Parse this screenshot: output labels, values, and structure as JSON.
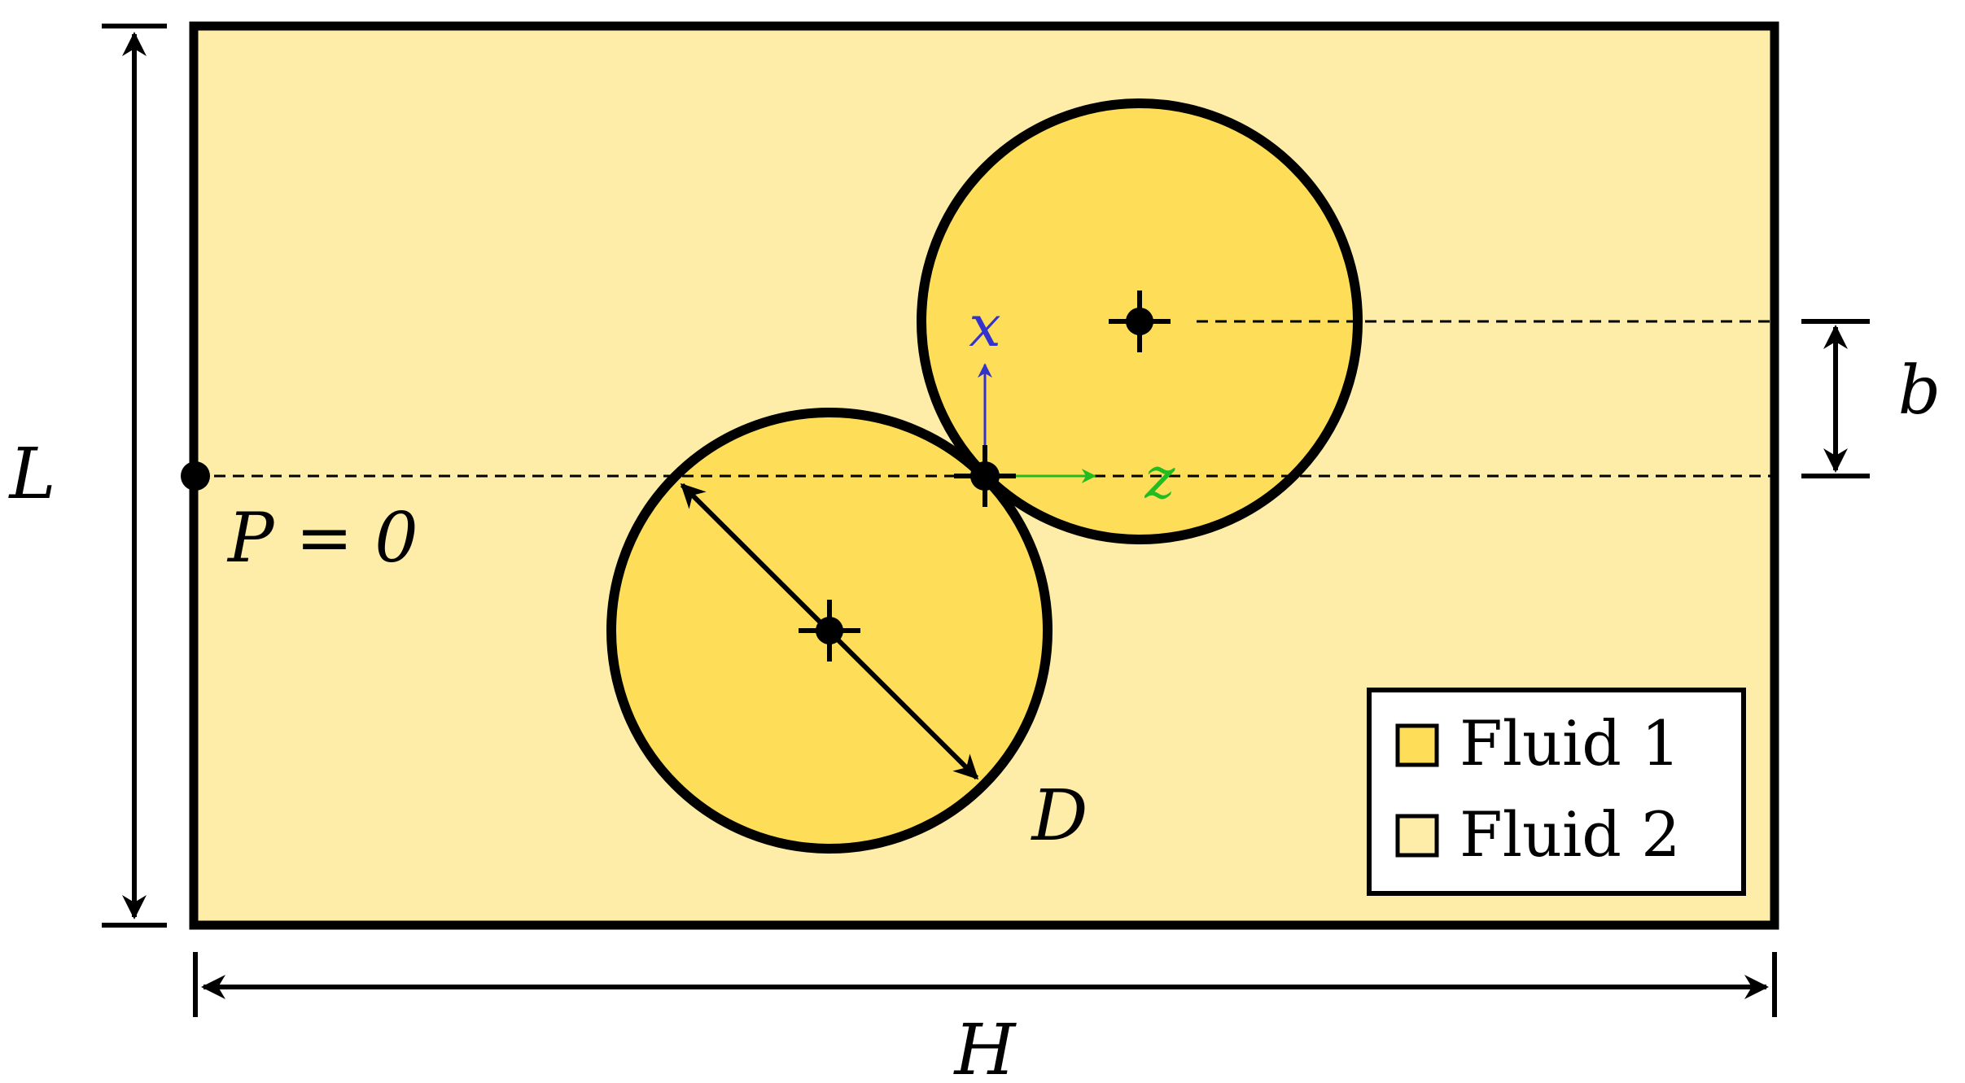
{
  "colors": {
    "fluid_1": "#fedd59",
    "fluid_2": "#fdeda8",
    "outline": "#000000",
    "axis_x": "#3333cc",
    "axis_z": "#22bb22"
  },
  "labels": {
    "L": "L",
    "H": "H",
    "D": "D",
    "b": "b",
    "pressure": "P = 0",
    "axis_x": "x",
    "axis_z": "z"
  },
  "legend": {
    "items": [
      {
        "label": "Fluid 1",
        "swatch": "fluid_1"
      },
      {
        "label": "Fluid 2",
        "swatch": "fluid_2"
      }
    ]
  }
}
